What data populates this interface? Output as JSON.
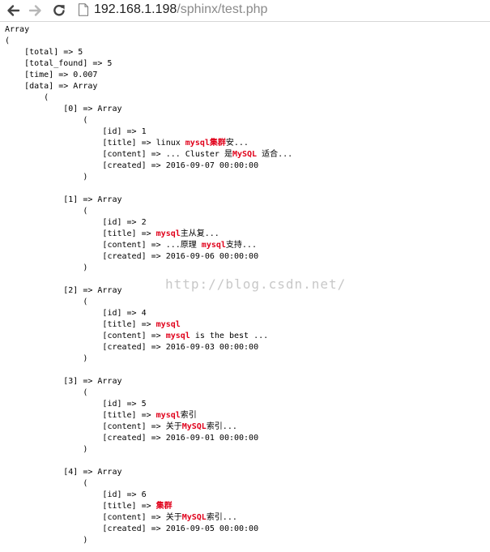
{
  "browser": {
    "url_host": "192.168.1.198",
    "url_path": "/sphinx/test.php",
    "icons": [
      "back-arrow-icon",
      "forward-arrow-icon",
      "reload-icon",
      "page-icon"
    ]
  },
  "highlight_color": "#e0001a",
  "dump": {
    "header_lines": [
      "Array",
      "(",
      "    [total] => 5",
      "    [total_found] => 5",
      "    [time] => 0.007",
      "    [data] => Array",
      "        ("
    ],
    "items": [
      {
        "index": "[0] => Array",
        "fields": [
          {
            "label": "[id] => ",
            "parts": [
              {
                "t": "1"
              }
            ]
          },
          {
            "label": "[title] => ",
            "parts": [
              {
                "t": "linux "
              },
              {
                "t": "mysql集群",
                "hl": true
              },
              {
                "t": "安..."
              }
            ]
          },
          {
            "label": "[content] => ",
            "parts": [
              {
                "t": "... Cluster 是"
              },
              {
                "t": "MySQL",
                "hl": true
              },
              {
                "t": " 适合..."
              }
            ]
          },
          {
            "label": "[created] => ",
            "parts": [
              {
                "t": "2016-09-07 00:00:00"
              }
            ]
          }
        ]
      },
      {
        "index": "[1] => Array",
        "fields": [
          {
            "label": "[id] => ",
            "parts": [
              {
                "t": "2"
              }
            ]
          },
          {
            "label": "[title] => ",
            "parts": [
              {
                "t": "mysql",
                "hl": true
              },
              {
                "t": "主从复..."
              }
            ]
          },
          {
            "label": "[content] => ",
            "parts": [
              {
                "t": "...原理 "
              },
              {
                "t": "mysql",
                "hl": true
              },
              {
                "t": "支持..."
              }
            ]
          },
          {
            "label": "[created] => ",
            "parts": [
              {
                "t": "2016-09-06 00:00:00"
              }
            ]
          }
        ]
      },
      {
        "index": "[2] => Array",
        "fields": [
          {
            "label": "[id] => ",
            "parts": [
              {
                "t": "4"
              }
            ]
          },
          {
            "label": "[title] => ",
            "parts": [
              {
                "t": "mysql",
                "hl": true
              }
            ]
          },
          {
            "label": "[content] => ",
            "parts": [
              {
                "t": "mysql",
                "hl": true
              },
              {
                "t": " is the best ..."
              }
            ]
          },
          {
            "label": "[created] => ",
            "parts": [
              {
                "t": "2016-09-03 00:00:00"
              }
            ]
          }
        ]
      },
      {
        "index": "[3] => Array",
        "fields": [
          {
            "label": "[id] => ",
            "parts": [
              {
                "t": "5"
              }
            ]
          },
          {
            "label": "[title] => ",
            "parts": [
              {
                "t": "mysql",
                "hl": true
              },
              {
                "t": "索引"
              }
            ]
          },
          {
            "label": "[content] => ",
            "parts": [
              {
                "t": "关于"
              },
              {
                "t": "MySQL",
                "hl": true
              },
              {
                "t": "索引..."
              }
            ]
          },
          {
            "label": "[created] => ",
            "parts": [
              {
                "t": "2016-09-01 00:00:00"
              }
            ]
          }
        ]
      },
      {
        "index": "[4] => Array",
        "fields": [
          {
            "label": "[id] => ",
            "parts": [
              {
                "t": "6"
              }
            ]
          },
          {
            "label": "[title] => ",
            "parts": [
              {
                "t": "集群",
                "hl": true
              }
            ]
          },
          {
            "label": "[content] => ",
            "parts": [
              {
                "t": "关于"
              },
              {
                "t": "MySQL",
                "hl": true
              },
              {
                "t": "索引..."
              }
            ]
          },
          {
            "label": "[created] => ",
            "parts": [
              {
                "t": "2016-09-05 00:00:00"
              }
            ]
          }
        ]
      }
    ]
  },
  "watermark": "http://blog.csdn.net/"
}
